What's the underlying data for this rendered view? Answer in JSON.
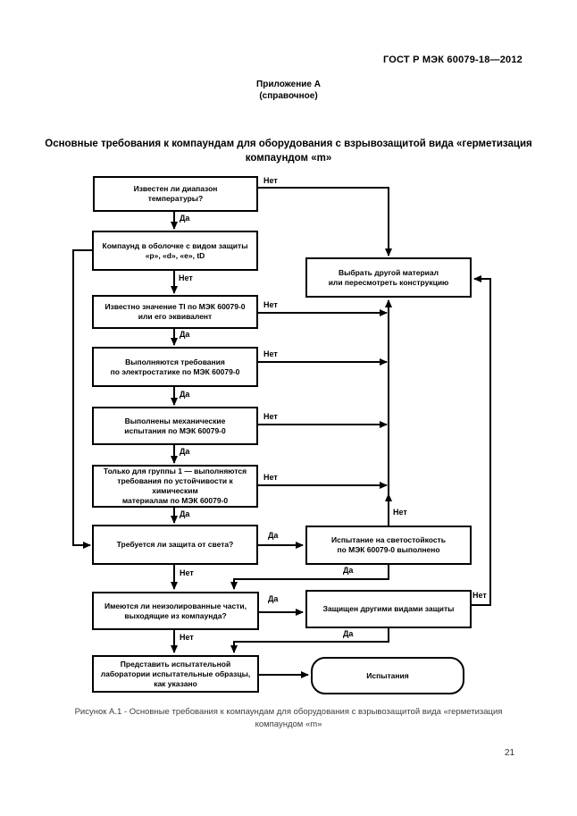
{
  "page": {
    "header": "ГОСТ Р МЭК 60079-18—2012",
    "annex": {
      "line1": "Приложение А",
      "line2": "(справочное)"
    },
    "title": {
      "line1": "Основные требования к компаундам для оборудования с взрывозащитой вида «герметизация",
      "line2": "компаундом «m»"
    },
    "caption": {
      "line1": "Рисунок А.1 - Основные требования к компаундам для оборудования с взрывозащитой вида «герметизация",
      "line2": "компаундом «m»"
    },
    "page_number": "21"
  },
  "flowchart": {
    "nodes": {
      "q_temp_range": {
        "lines": [
          "Известен ли диапазон",
          "температуры?"
        ]
      },
      "compound_enclosure": {
        "lines": [
          "Компаунд в оболочке с видом защиты",
          "«p», «d», «e», tD"
        ]
      },
      "q_ti_value": {
        "lines": [
          "Известно значение TI по МЭК 60079-0",
          "или его эквивалент"
        ]
      },
      "q_electrostatic": {
        "lines": [
          "Выполняются требования",
          "по электростатике по МЭК 60079-0"
        ]
      },
      "q_mechanical": {
        "lines": [
          "Выполнены механические",
          "испытания по МЭК 60079-0"
        ]
      },
      "q_group1_chem": {
        "lines": [
          "Только для группы 1 — выполняются",
          "требования по устойчивости к химическим",
          "материалам по МЭК 60079-0"
        ]
      },
      "q_light_protection": {
        "lines": [
          "Требуется ли защита от света?"
        ]
      },
      "choose_material": {
        "lines": [
          "Выбрать другой материал",
          "или пересмотреть конструкцию"
        ]
      },
      "light_test_done": {
        "lines": [
          "Испытание на светостойкость",
          "по МЭК 60079-0 выполнено"
        ]
      },
      "q_uninsulated_parts": {
        "lines": [
          "Имеются ли неизолированные части,",
          "выходящие из компаунда?"
        ]
      },
      "other_protection": {
        "lines": [
          "Защищен другими видами защиты"
        ]
      },
      "submit_samples": {
        "lines": [
          "Представить испытательной",
          "лаборатории испытательные образцы,",
          "как указано"
        ]
      },
      "tests": {
        "lines": [
          "Испытания"
        ]
      }
    },
    "labels": {
      "temp_no": "Нет",
      "temp_yes": "Да",
      "enclosure_no": "Нет",
      "ti_no": "Нет",
      "ti_yes": "Да",
      "electro_no": "Нет",
      "electro_yes": "Да",
      "mech_no": "Нет",
      "mech_yes": "Да",
      "group_no": "Нет",
      "group_yes": "Да",
      "lighttest_no": "Нет",
      "light_yes": "Да",
      "light_no": "Нет",
      "lighttest_yes": "Да",
      "parts_yes": "Да",
      "parts_no": "Нет",
      "otherprot_no": "Нет",
      "otherprot_yes": "Да"
    },
    "colors": {
      "line": "#000000",
      "background": "#ffffff"
    }
  }
}
